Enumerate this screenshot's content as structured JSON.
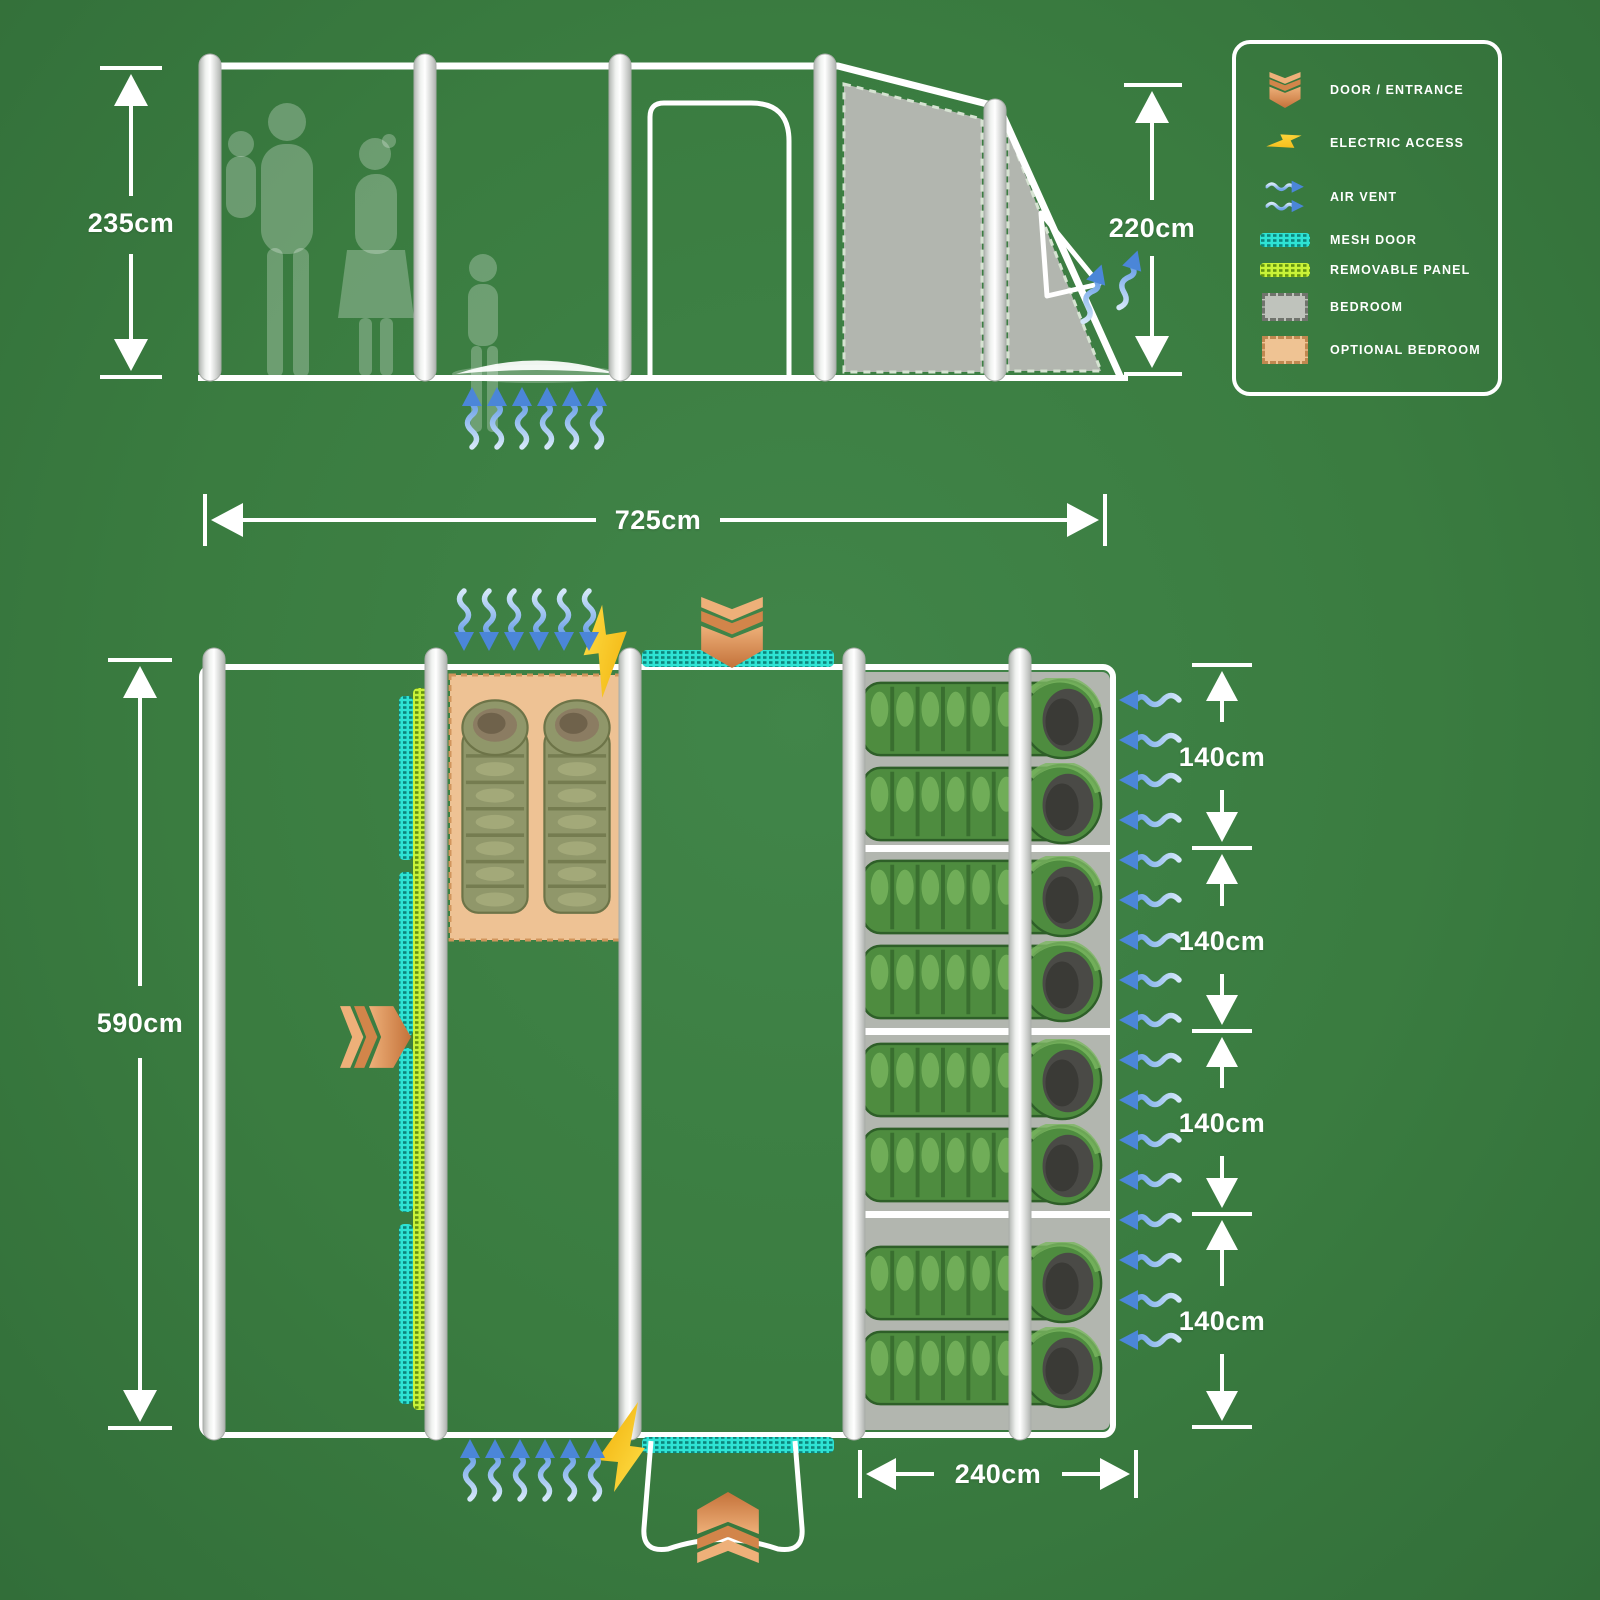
{
  "dimensions": {
    "side_height": "235cm",
    "rear_height": "220cm",
    "total_width": "725cm",
    "total_depth": "590cm",
    "bedroom_width": "240cm",
    "compartment_depths": [
      "140cm",
      "140cm",
      "140cm",
      "140cm"
    ]
  },
  "legend": {
    "items": [
      {
        "icon": "door-entrance-icon",
        "label": "DOOR / ENTRANCE"
      },
      {
        "icon": "electric-access-icon",
        "label": "ELECTRIC ACCESS"
      },
      {
        "icon": "air-vent-icon",
        "label": "AIR VENT"
      },
      {
        "icon": "mesh-door-icon",
        "label": "MESH DOOR"
      },
      {
        "icon": "removable-panel-icon",
        "label": "REMOVABLE PANEL"
      },
      {
        "icon": "bedroom-icon",
        "label": "BEDROOM"
      },
      {
        "icon": "optional-bedroom-icon",
        "label": "OPTIONAL BEDROOM"
      }
    ]
  },
  "counts": {
    "bedroom_sleeping_bags": 8,
    "optional_bedroom_sleeping_bags": 2,
    "bedroom_compartments": 4,
    "tent_poles_per_view": 5
  },
  "colors": {
    "background_green": "#3a7c40",
    "door_orange": "#d2854a",
    "electric_yellow": "#ffd21f",
    "vent_blue": "#4b86d8",
    "mesh_cyan": "#2ee3d4",
    "removable_lime": "#c9f238",
    "bedroom_gray": "#b2b6af",
    "optional_bedroom_tan": "#eec294",
    "sleeping_bag_green": "#4e8c3f",
    "sleeping_bag_olive": "#90976a"
  }
}
